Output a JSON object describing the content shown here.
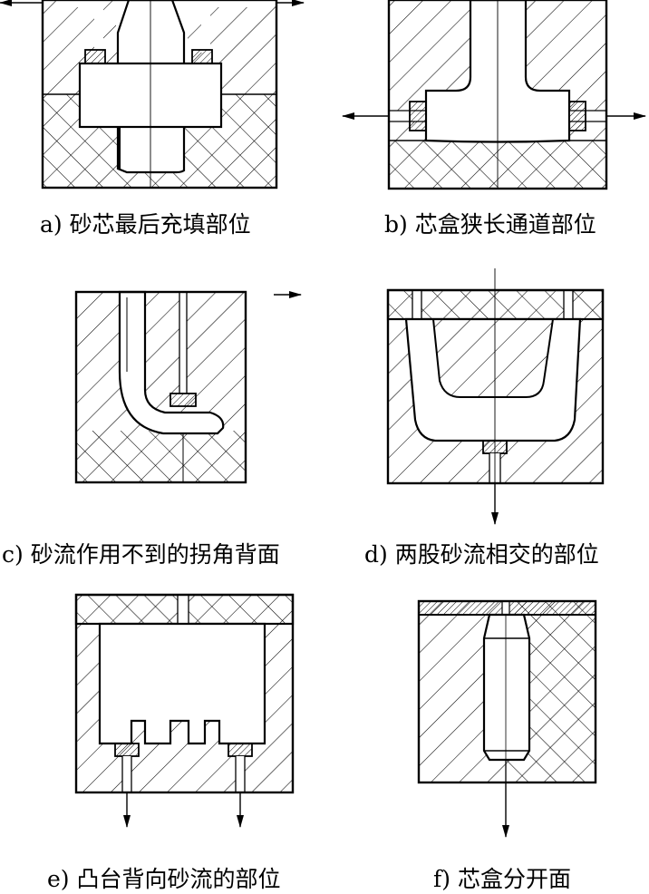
{
  "captions": {
    "a": "a) 砂芯最后充填部位",
    "b": "b) 芯盒狭长通道部位",
    "c": "c) 砂流作用不到的拐角背面",
    "d": "d) 两股砂流相交的部位",
    "e": "e) 凸台背向砂流的部位",
    "f": "f) 芯盒分开面"
  },
  "colors": {
    "line": "#000000",
    "background": "#ffffff"
  },
  "icons": [
    "arrow-icon",
    "vent-plug-icon"
  ]
}
